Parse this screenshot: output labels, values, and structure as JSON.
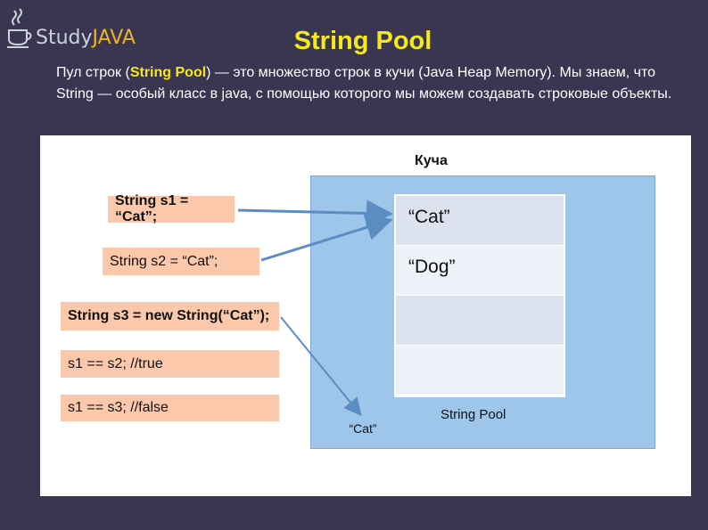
{
  "logo": {
    "study": "Study",
    "java": "JAVA"
  },
  "title": "String Pool",
  "intro": {
    "before": "Пул строк (",
    "highlight": "String Pool",
    "after": ") — это множество строк в кучи (Java Heap Memory). Мы знаем, что String — особый класс в java, с помощью которого мы можем создавать строковые объекты."
  },
  "diagram": {
    "heap_label": "Куча",
    "pool_label": "String Pool",
    "pool_cells": [
      "“Cat”",
      "“Dog”",
      "",
      ""
    ],
    "orphan_object": "“Cat”",
    "code_lines": [
      "String s1 = “Cat”;",
      "String s2 = “Cat”;",
      "String s3 = new String(“Cat”);",
      "s1 == s2; //true",
      "s1 == s3; //false"
    ]
  },
  "colors": {
    "background": "#3a3551",
    "title": "#f5e81b",
    "heap": "#9ec6ea",
    "code_box": "#fbc8ab",
    "arrow": "#5b8cc2"
  }
}
